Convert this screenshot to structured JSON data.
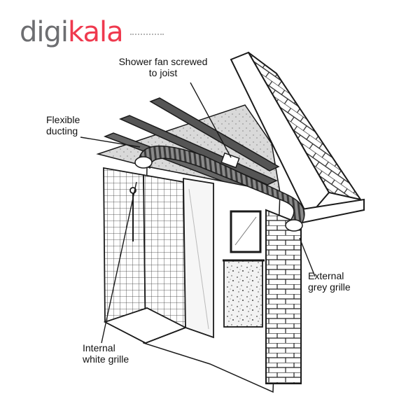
{
  "logo": {
    "part1": "digi",
    "part2": "kala"
  },
  "labels": {
    "fan": {
      "line1": "Shower fan screwed",
      "line2": "to joist"
    },
    "flexible": {
      "line1": "Flexible",
      "line2": "ducting"
    },
    "external": {
      "line1": "External",
      "line2": "grey grille"
    },
    "internal": {
      "line1": "Internal",
      "line2": "white grille"
    }
  },
  "colors": {
    "brand_grey": "#6d6e71",
    "brand_red": "#ef394e",
    "ink": "#1a1a1a"
  }
}
